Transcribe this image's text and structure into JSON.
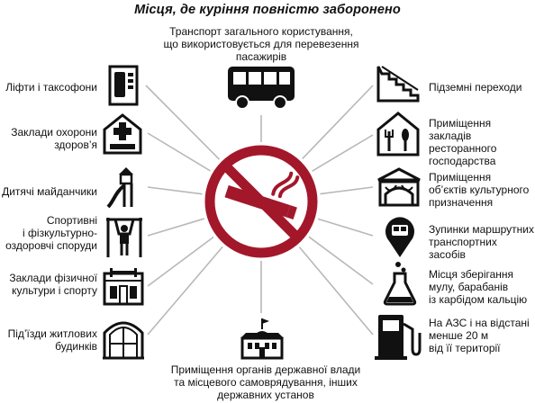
{
  "title": "Місця, де куріння повністю заборонено",
  "colors": {
    "sign_red": "#a3172a",
    "ray_gray": "#b8b8b8",
    "icon_black": "#111111"
  },
  "center_sign": {
    "icon": "no-smoking-icon"
  },
  "places": {
    "top": {
      "label_lines": [
        "Транспорт загального користування,",
        "що використовується для перевезення",
        "пасажирів"
      ],
      "icon": "bus-icon"
    },
    "bottom": {
      "label_lines": [
        "Приміщення органів державної влади",
        "та місцевого самоврядування, інших",
        "державних установ"
      ],
      "icon": "government-building-icon"
    },
    "left": [
      {
        "label_lines": [
          "Ліфти і таксофони"
        ],
        "icon": "payphone-icon"
      },
      {
        "label_lines": [
          "Заклади охорони",
          "здоров’я"
        ],
        "icon": "hospital-icon"
      },
      {
        "label_lines": [
          "Дитячі майданчики"
        ],
        "icon": "playground-slide-icon"
      },
      {
        "label_lines": [
          "Спортивні",
          "і фізкультурно-",
          "оздоровчі споруди"
        ],
        "icon": "athlete-bar-icon"
      },
      {
        "label_lines": [
          "Заклади фізичної",
          "культури і спорту"
        ],
        "icon": "gym-building-icon"
      },
      {
        "label_lines": [
          "Під’їзди житлових",
          "будинків"
        ],
        "icon": "entrance-door-icon"
      }
    ],
    "right": [
      {
        "label_lines": [
          "Підземні переходи"
        ],
        "icon": "stairs-icon"
      },
      {
        "label_lines": [
          "Приміщення закладів",
          "ресторанного",
          "господарства"
        ],
        "icon": "restaurant-icon"
      },
      {
        "label_lines": [
          "Приміщення",
          "об’єктів культурного",
          "призначення"
        ],
        "icon": "theater-icon"
      },
      {
        "label_lines": [
          "Зупинки маршрутних",
          "транспортних засобів"
        ],
        "icon": "bus-stop-pin-icon"
      },
      {
        "label_lines": [
          "Місця зберігання",
          "мулу, барабанів",
          "із карбідом кальцію"
        ],
        "icon": "chemical-flask-icon"
      },
      {
        "label_lines": [
          "На АЗС і на відстані",
          "менше 20 м",
          "від її території"
        ],
        "icon": "fuel-pump-icon"
      }
    ]
  }
}
